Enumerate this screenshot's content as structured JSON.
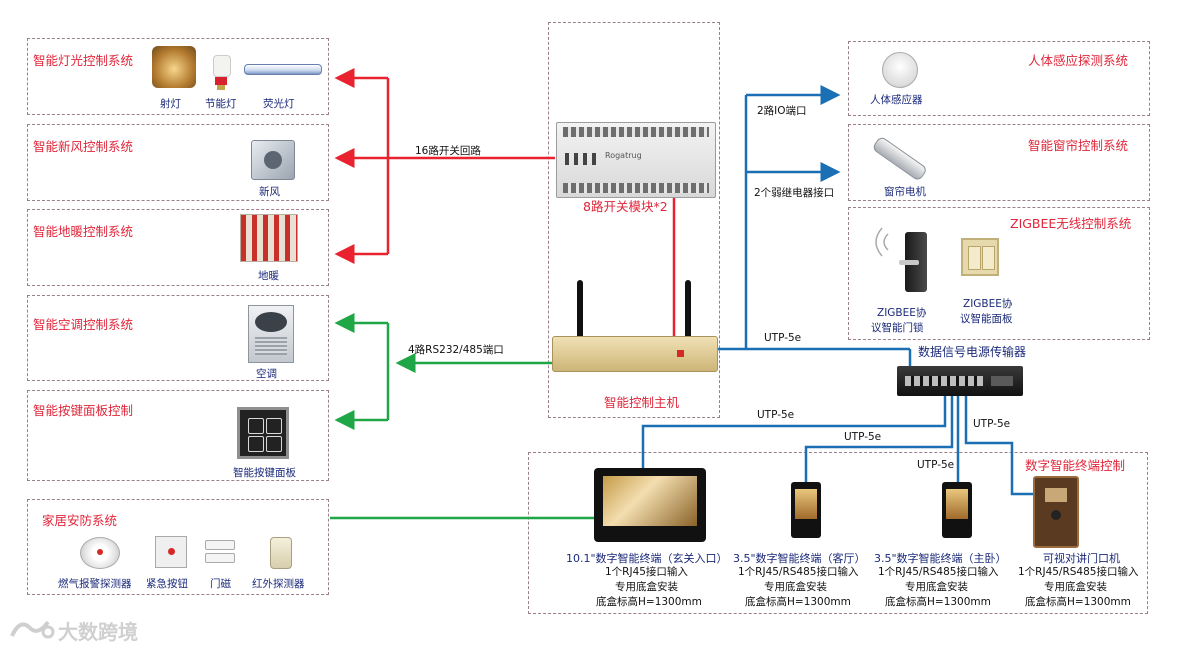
{
  "systems": {
    "lighting": {
      "title": "智能灯光控制系统",
      "items": [
        "射灯",
        "节能灯",
        "荧光灯"
      ]
    },
    "fresh_air": {
      "title": "智能新风控制系统",
      "item": "新风"
    },
    "floor_heat": {
      "title": "智能地暖控制系统",
      "item": "地暖"
    },
    "aircon": {
      "title": "智能空调控制系统",
      "item": "空调"
    },
    "keypad": {
      "title": "智能按键面板控制",
      "item": "智能按键面板"
    },
    "security": {
      "title": "家居安防系统",
      "items": [
        "燃气报警探测器",
        "紧急按钮",
        "门磁",
        "红外探测器"
      ]
    },
    "motion": {
      "title": "人体感应探测系统",
      "item": "人体感应器"
    },
    "curtain": {
      "title": "智能窗帘控制系统",
      "item": "窗帘电机"
    },
    "zigbee": {
      "title": "ZIGBEE无线控制系统",
      "lock": [
        "ZIGBEE协",
        "议智能门锁"
      ],
      "panel": [
        "ZIGBEE协",
        "议智能面板"
      ]
    },
    "terminal": {
      "title": "数字智能终端控制"
    }
  },
  "center": {
    "switch_module": "8路开关模块*2",
    "host": "智能控制主机",
    "transmitter": "数据信号电源传输器"
  },
  "links": {
    "switch_loop": "16路开关回路",
    "rs_port": "4路RS232/485端口",
    "io_port": "2路IO端口",
    "relay_port": "2个弱继电器接口",
    "utp": "UTP-5e"
  },
  "terminals": [
    {
      "name": "10.1\"数字智能终端（玄关入口）",
      "spec": "1个RJ45接口输入",
      "mount": "专用底盒安装",
      "height": "底盒标高H=1300mm"
    },
    {
      "name": "3.5\"数字智能终端（客厅）",
      "spec": "1个RJ45/RS485接口输入",
      "mount": "专用底盒安装",
      "height": "底盒标高H=1300mm"
    },
    {
      "name": "3.5\"数字智能终端（主卧）",
      "spec": "1个RJ45/RS485接口输入",
      "mount": "专用底盒安装",
      "height": "底盒标高H=1300mm"
    },
    {
      "name": "可视对讲门口机",
      "spec": "1个RJ45/RS485接口输入",
      "mount": "专用底盒安装",
      "height": "底盒标高H=1300mm"
    }
  ],
  "watermark": "大数跨境",
  "colors": {
    "red_line": "#e8232f",
    "green_line": "#1fa646",
    "blue_line": "#1a6fb5",
    "title_red": "#e0263a",
    "label_blue": "#1b2a7a"
  }
}
